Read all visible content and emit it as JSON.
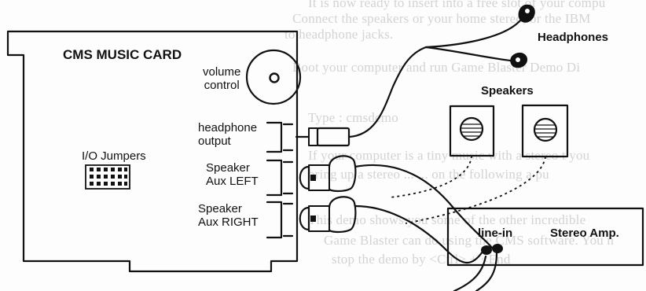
{
  "diagram": {
    "card_title": "CMS MUSIC CARD",
    "volume_control": "volume control",
    "volume_line1": "volume",
    "volume_line2": "control",
    "headphone_line1": "headphone",
    "headphone_line2": "output",
    "io_jumpers": "I/O Jumpers",
    "spk_left_line1": "Speaker",
    "spk_left_line2": "Aux LEFT",
    "spk_right_line1": "Speaker",
    "spk_right_line2": "Aux RIGHT",
    "headphones": "Headphones",
    "speakers": "Speakers",
    "line_in": "line-in",
    "stereo_amp": "Stereo Amp."
  },
  "background_text": {
    "line1": "It is now ready to insert into a free slot of your compu",
    "line2": "Connect the speakers or your home stereo, or the IBM",
    "line3": "to headphone jacks.",
    "line4": "Boot your computer and run Game Blaster Demo Di",
    "line5": "Type : cmsdemo",
    "line6": "If your computer is a tiny music with a stereo t you",
    "line7": "bring up a stereo ... ... on the following a pu",
    "line8": "This demo shows you some of the other incredible",
    "line9": "Game Blaster can do using the CMS software. You n",
    "line10": "stop the demo by <Ctrl> + <End"
  },
  "colors": {
    "ink": "#111111",
    "background": "#fdfdfd",
    "bleed_text": "#d3d3d3"
  }
}
